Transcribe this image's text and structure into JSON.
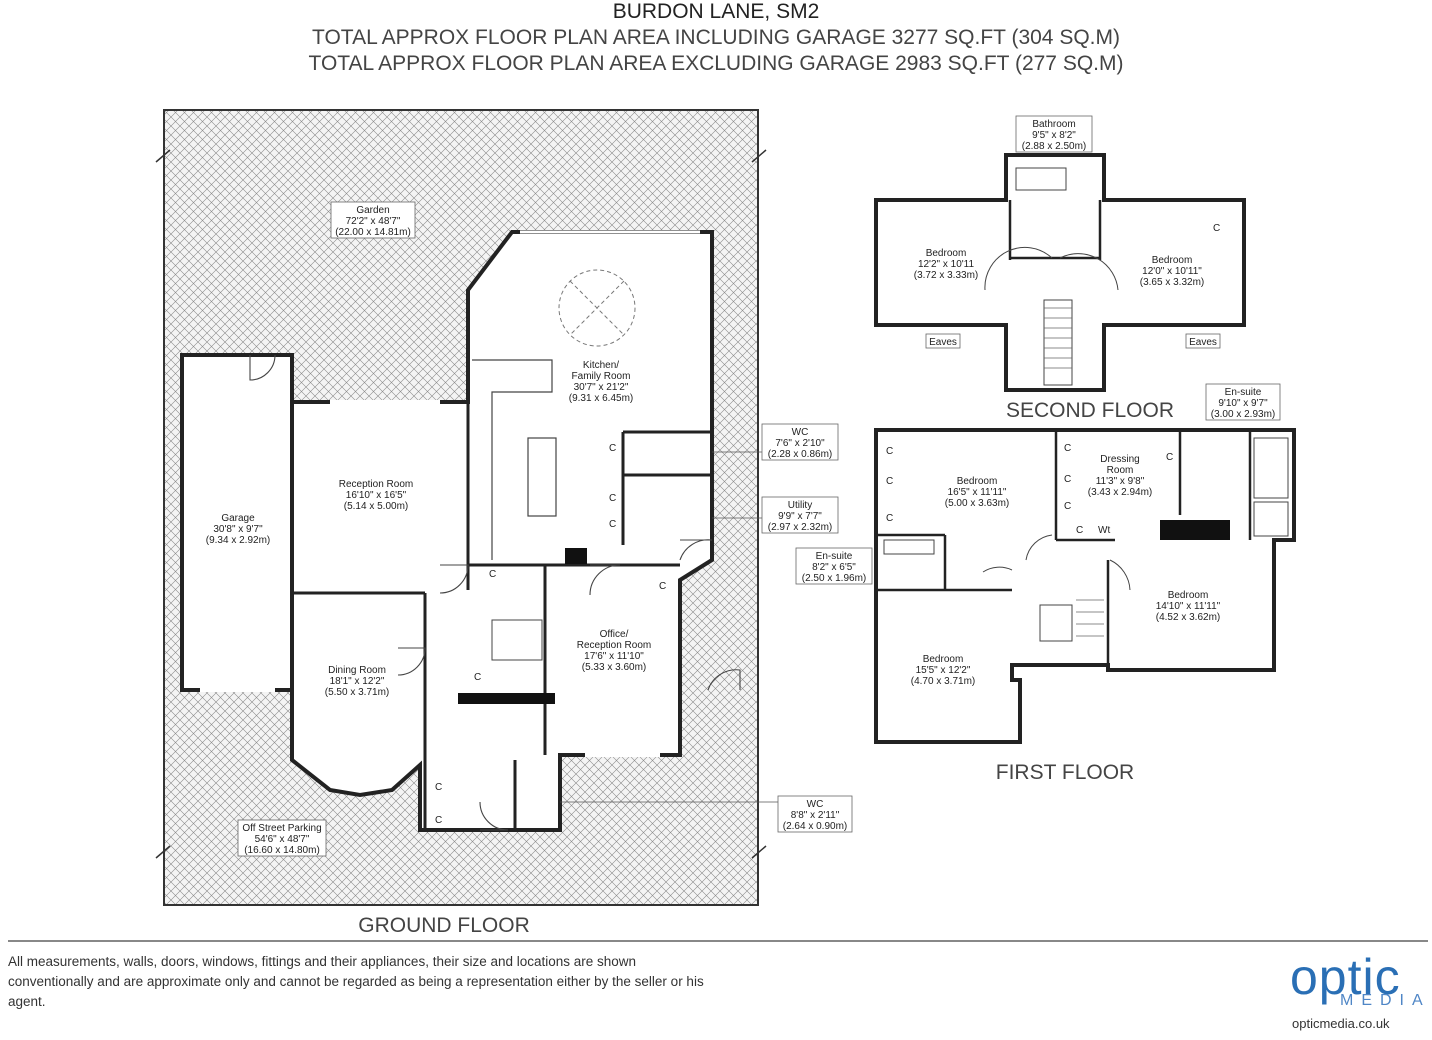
{
  "header": {
    "address": "BURDON LANE, SM2",
    "area_incl": "TOTAL APPROX FLOOR PLAN AREA INCLUDING GARAGE 3277 SQ.FT (304 SQ.M)",
    "area_excl": "TOTAL APPROX FLOOR PLAN AREA EXCLUDING GARAGE 2983 SQ.FT (277 SQ.M)"
  },
  "floors": {
    "ground": "GROUND FLOOR",
    "first": "FIRST FLOOR",
    "second": "SECOND FLOOR"
  },
  "rooms": {
    "garden": [
      "Garden",
      "72'2\" x 48'7\"",
      "(22.00 x 14.81m)"
    ],
    "garage": [
      "Garage",
      "30'8\" x 9'7\"",
      "(9.34 x 2.92m)"
    ],
    "reception": [
      "Reception Room",
      "16'10\" x 16'5\"",
      "(5.14 x 5.00m)"
    ],
    "kitchen": [
      "Kitchen/",
      "Family Room",
      "30'7\" x 21'2\"",
      "(9.31 x 6.45m)"
    ],
    "wc1": [
      "WC",
      "7'6\" x 2'10\"",
      "(2.28 x 0.86m)"
    ],
    "utility": [
      "Utility",
      "9'9\" x 7'7\"",
      "(2.97 x 2.32m)"
    ],
    "office": [
      "Office/",
      "Reception Room",
      "17'6\" x 11'10\"",
      "(5.33 x 3.60m)"
    ],
    "dining": [
      "Dining Room",
      "18'1\" x 12'2\"",
      "(5.50 x 3.71m)"
    ],
    "wc2": [
      "WC",
      "8'8\" x 2'11\"",
      "(2.64 x 0.90m)"
    ],
    "parking": [
      "Off Street Parking",
      "54'6\" x 48'7\"",
      "(16.60 x 14.80m)"
    ],
    "bathroom": [
      "Bathroom",
      "9'5\" x 8'2\"",
      "(2.88 x 2.50m)"
    ],
    "sf_bed1": [
      "Bedroom",
      "12'2\" x 10'11",
      "(3.72 x 3.33m)"
    ],
    "sf_bed2": [
      "Bedroom",
      "12'0\" x 10'11\"",
      "(3.65 x 3.32m)"
    ],
    "eaves": "Eaves",
    "ensuite1": [
      "En-suite",
      "9'10\" x 9'7\"",
      "(3.00 x 2.93m)"
    ],
    "ff_bed1": [
      "Bedroom",
      "16'5\" x 11'11\"",
      "(5.00 x 3.63m)"
    ],
    "dressing": [
      "Dressing",
      "Room",
      "11'3\" x 9'8\"",
      "(3.43 x 2.94m)"
    ],
    "ensuite2": [
      "En-suite",
      "8'2\" x 6'5\"",
      "(2.50 x 1.96m)"
    ],
    "ff_bed2": [
      "Bedroom",
      "14'10\" x 11'11\"",
      "(4.52 x 3.62m)"
    ],
    "ff_bed3": [
      "Bedroom",
      "15'5\" x 12'2\"",
      "(4.70 x 3.71m)"
    ],
    "cupboard": "C",
    "water_tank": "Wt"
  },
  "footer": {
    "disclaimer": "All measurements, walls, doors, windows, fittings and their appliances, their size and locations are shown conventionally and are approximate only and cannot be regarded as being a representation either by the seller or his agent.",
    "logo_main": "optic",
    "logo_sub": "MEDIA",
    "website": "opticmedia.co.uk"
  }
}
